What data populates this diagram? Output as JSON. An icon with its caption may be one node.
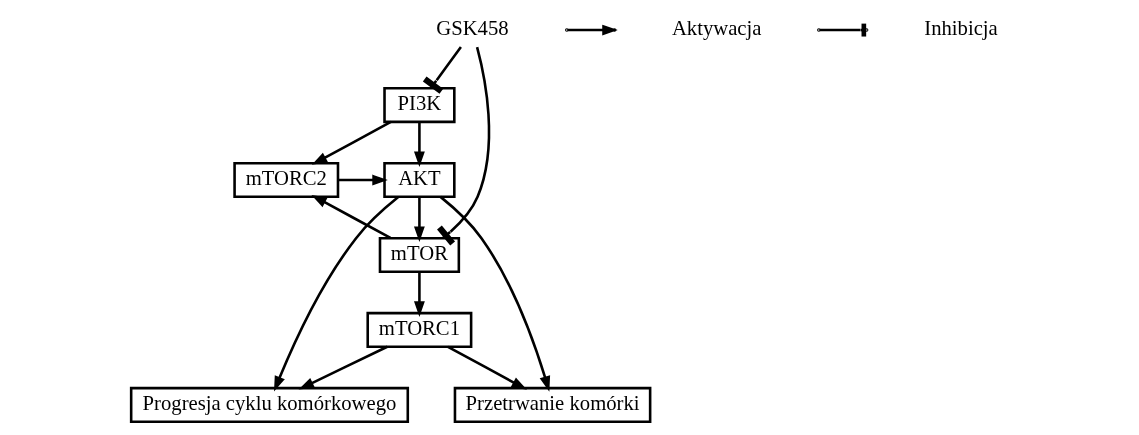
{
  "diagram": {
    "nodes": [
      {
        "text": [
          "PI3K"
        ]
      },
      {
        "text": [
          "GSK458"
        ]
      },
      {
        "text": [
          "mTORC2"
        ]
      },
      {
        "text": [
          "AKT"
        ]
      },
      {
        "text": [
          "mTOR"
        ]
      },
      {
        "text": [
          "mTORC1"
        ]
      },
      {
        "text": [
          "Progresja cyklu komórkowego"
        ]
      },
      {
        "text": [
          "Przetrwanie komórki"
        ]
      }
    ],
    "edges": [
      {
        "from": 1,
        "to": 0,
        "arrow": "other"
      },
      {
        "from": 1,
        "to": 4,
        "arrow": "other"
      },
      {
        "from": 0,
        "to": 2,
        "arrow": "to"
      },
      {
        "from": 0,
        "to": 3,
        "arrow": "to"
      },
      {
        "from": 2,
        "to": 3,
        "arrow": "to"
      },
      {
        "from": 3,
        "to": 4,
        "arrow": "to"
      },
      {
        "from": 4,
        "to": 2,
        "arrow": "to"
      },
      {
        "from": 4,
        "to": 5,
        "arrow": "to"
      },
      {
        "from": 3,
        "to": 6,
        "arrow": "to"
      },
      {
        "from": 3,
        "to": 7,
        "arrow": "to"
      },
      {
        "from": 5,
        "to": 6,
        "arrow": "to"
      },
      {
        "from": 5,
        "to": 7,
        "arrow": "to"
      }
    ],
    "legend": [
      {
        "text": "Aktywacja"
      },
      {
        "text": "Inhibicja"
      }
    ]
  }
}
